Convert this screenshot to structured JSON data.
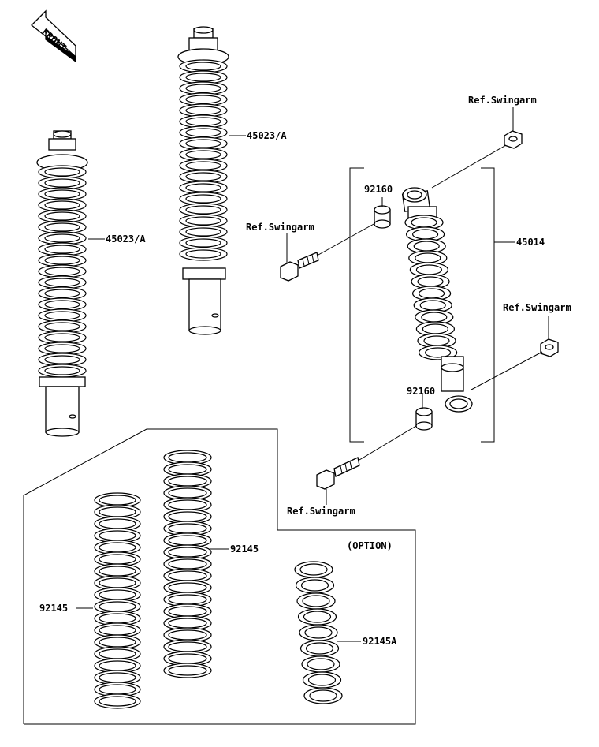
{
  "front_arrow": {
    "label": "FRONT",
    "icon": "front-direction-arrow-icon"
  },
  "labels": {
    "shock_left": "45023/A",
    "shock_center": "45023/A",
    "shock_assembly": "45014",
    "collar_upper": "92160",
    "collar_lower": "92160",
    "ref_swingarm_top_right": "Ref.Swingarm",
    "ref_swingarm_upper_bolt": "Ref.Swingarm",
    "ref_swingarm_right": "Ref.Swingarm",
    "ref_swingarm_lower_bolt": "Ref.Swingarm",
    "spring_left": "92145",
    "spring_center": "92145",
    "spring_option": "92145A",
    "option_note": "(OPTION)"
  }
}
